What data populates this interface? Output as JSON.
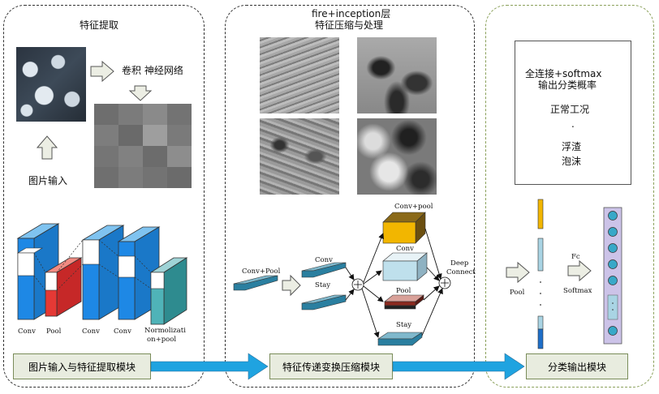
{
  "panels": {
    "extract_title": "特征提取",
    "fire_title_1": "fire+inception层",
    "fire_title_2": "特征压缩与处理"
  },
  "left": {
    "cnn_label": "卷积 神经网络",
    "input_label": "图片输入",
    "layer_labels": [
      "Conv",
      "Pool",
      "Conv",
      "Conv",
      "Normolizati",
      "on+pool"
    ]
  },
  "middle": {
    "labels": {
      "conv_pool": "Conv+Pool",
      "conv": "Conv",
      "stay": "Stay",
      "conv_pool_top": "Conv+pool",
      "conv_mid": "Conv",
      "pool": "Pool",
      "stay_bottom": "Stay",
      "deep": "Deep",
      "connect": "Connect"
    }
  },
  "right": {
    "result_title_1": "全连接+softmax",
    "result_title_2": "输出分类概率",
    "class_1": "正常工况",
    "dot": ".",
    "class_2": "浮渣",
    "class_3": "泡沫",
    "pool_label": "Pool",
    "fc_label": "Fc",
    "softmax_label": "Softmax"
  },
  "bottom": {
    "module_1": "图片输入与特征提取模块",
    "module_2": "特征传递变换压缩模块",
    "module_3": "分类输出模块"
  },
  "colors": {
    "cube_blue": "#1e88e5",
    "pool_red": "#e53935",
    "arrow_blue": "#1fa3e0",
    "teal": "#2a7fa0",
    "gold": "#f2b600",
    "node_cyan": "#38a8c8",
    "vector_purple": "#8e7cc3"
  }
}
